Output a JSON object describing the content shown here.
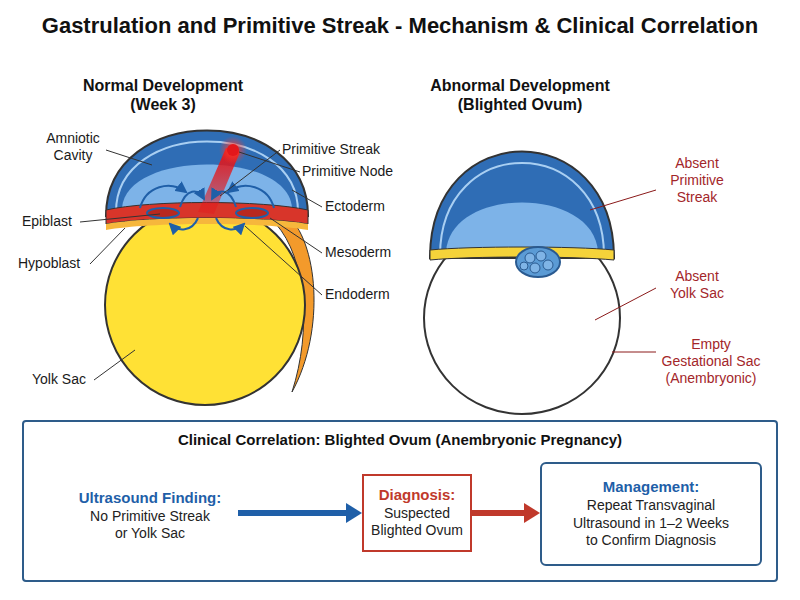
{
  "diagram": {
    "title": "Gastrulation and Primitive Streak - Mechanism & Clinical Correlation",
    "nodes": [
      {
        "text": [
          "Clinical Correlation: Blighted Ovum (Anembryonic Pregnancy)"
        ]
      },
      {
        "text": [
          "Ultrasound Finding:",
          "No Primitive Streak or Yolk Sac"
        ],
        "in": 0
      },
      {
        "text": [
          "Diagnosis:",
          "Suspected Blighted Ovum"
        ],
        "in": 0
      },
      {
        "text": [
          "Management:",
          "Repeat Transvaginal Ultrasound in 1–2 Weeks to Confirm Diagnosis"
        ],
        "in": 0
      }
    ],
    "edges": [
      {
        "from": 1,
        "to": 2,
        "arrow": "to"
      },
      {
        "from": 2,
        "to": 3,
        "arrow": "to"
      }
    ],
    "labels": [
      "Normal Development (Week 3)",
      "Abnormal Development (Blighted Ovum)",
      "Amniotic Cavity",
      "Primitive Streak",
      "Primitive Node",
      "Ectoderm",
      "Epiblast",
      "Mesoderm",
      "Hypoblast",
      "Endoderm",
      "Yolk Sac",
      "Absent Primitive Streak",
      "Absent Yolk Sac",
      "Empty Gestational Sac (Anembryonic)"
    ]
  }
}
